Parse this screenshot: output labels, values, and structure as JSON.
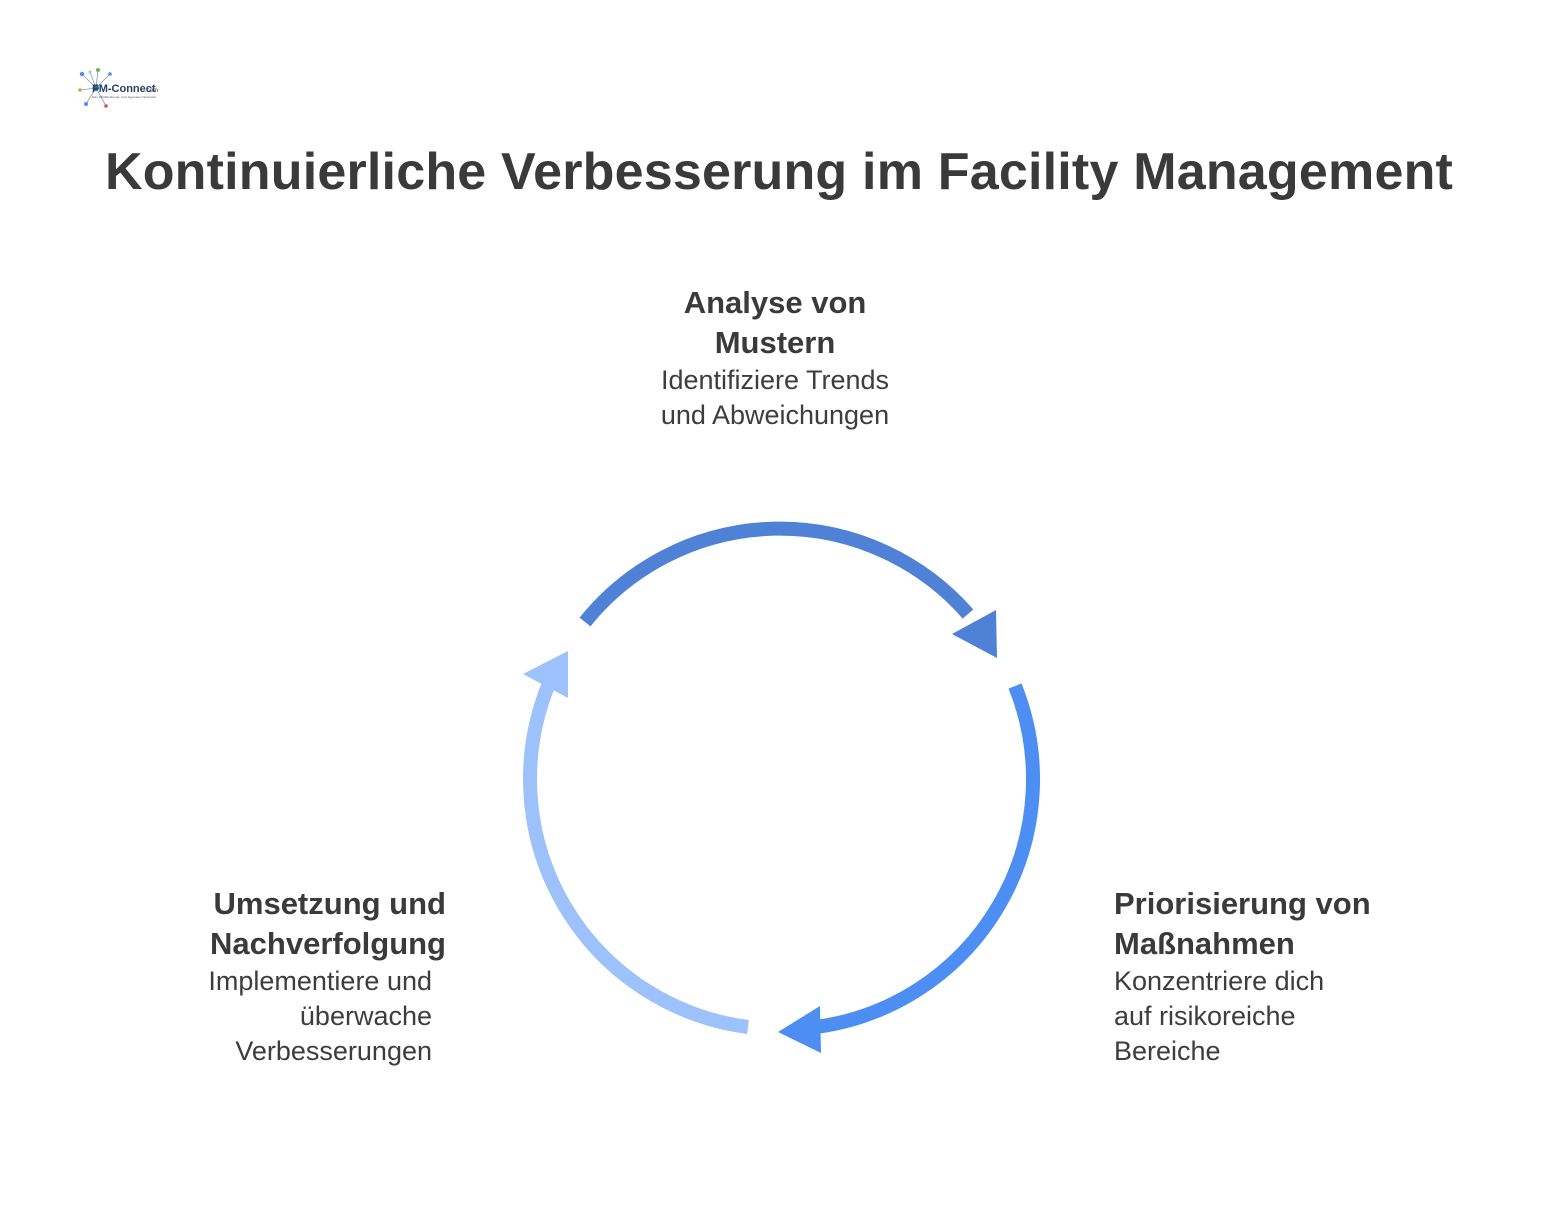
{
  "logo": {
    "wordmark": "FM-Connect",
    "suffix": ".com",
    "tagline": "Das FM-Beratungs- und Ingenieur-Netzwerk"
  },
  "title": "Kontinuierliche Verbesserung im Facility Management",
  "colors": {
    "arrow_top": "#4F82D6",
    "arrow_right": "#4D8EF2",
    "arrow_left": "#9DC1FB",
    "text": "#3D3D3D"
  },
  "steps": [
    {
      "title": "Analyse von Mustern",
      "description": "Identifiziere Trends und Abweichungen"
    },
    {
      "title": "Priorisierung von Maßnahmen",
      "description": "Konzentriere dich auf risikoreiche Bereiche"
    },
    {
      "title": "Umsetzung und Nachverfolgung",
      "description": "Implementiere und überwache Verbesserungen"
    }
  ]
}
